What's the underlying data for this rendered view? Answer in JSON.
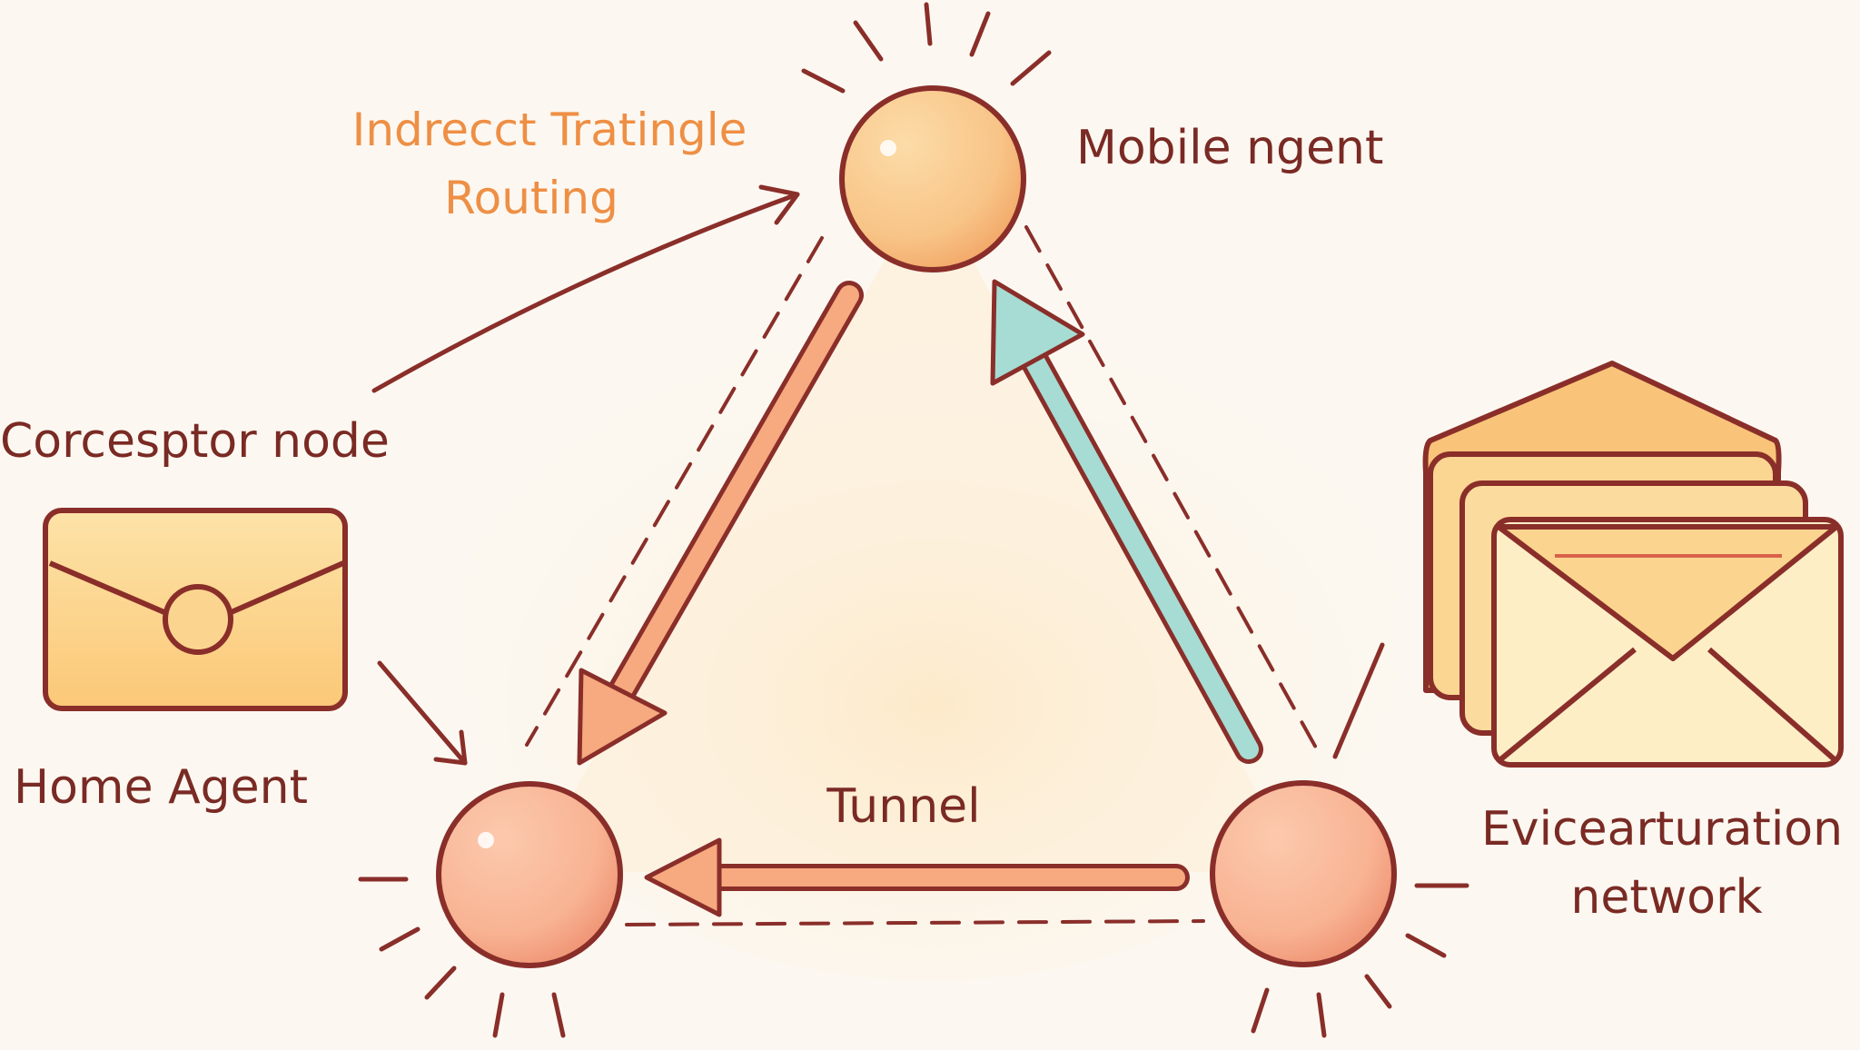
{
  "diagram": {
    "title_line1": "Indrecct Tratingle",
    "title_line2": "Routing",
    "labels": {
      "mobile_agent": "Mobile ngent",
      "correspondent": "Corcesptor node",
      "home_agent": "Home Agent",
      "tunnel": "Tunnel",
      "foreign_line1": "Evicearturation",
      "foreign_line2": "network"
    },
    "colors": {
      "outline": "#8a2e2a",
      "title": "#ee8f45",
      "label": "#7a2a24",
      "node_top": "#f9c98a",
      "node_bottom": "#f6ad86",
      "arrow_orange": "#f7a97f",
      "arrow_teal": "#a6dcd3",
      "envelope": "#fbd58f",
      "background": "#fcf8f1"
    },
    "icons": [
      "envelope-icon",
      "envelope-stack-icon"
    ]
  }
}
